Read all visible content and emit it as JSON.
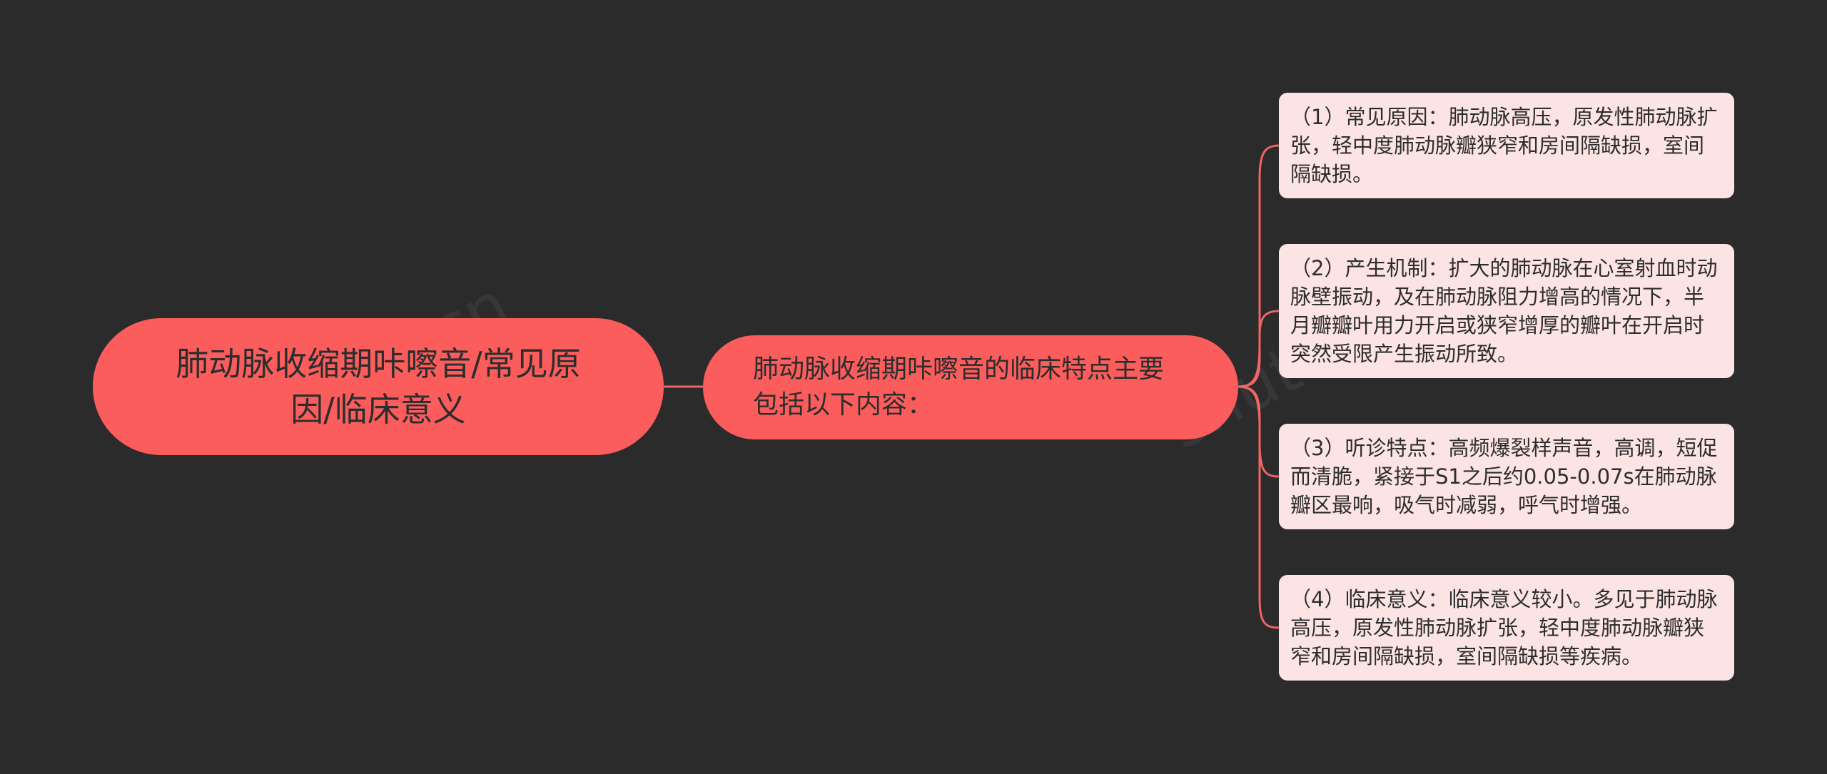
{
  "root": {
    "text": "肺动脉收缩期咔嚓音/常见原因/临床意义"
  },
  "branch": {
    "text": "肺动脉收缩期咔嚓音的临床特点主要包括以下内容："
  },
  "leaves": [
    {
      "text": "（1）常见原因：肺动脉高压，原发性肺动脉扩张，轻中度肺动脉瓣狭窄和房间隔缺损，室间隔缺损。"
    },
    {
      "text": "（2）产生机制：扩大的肺动脉在心室射血时动脉壁振动，及在肺动脉阻力增高的情况下，半月瓣瓣叶用力开启或狭窄增厚的瓣叶在开启时突然受限产生振动所致。"
    },
    {
      "text": "（3）听诊特点：高频爆裂样声音，高调，短促而清脆，紧接于S1之后约0.05-0.07s在肺动脉瓣区最响，吸气时减弱，呼气时增强。"
    },
    {
      "text": "（4）临床意义：临床意义较小。多见于肺动脉高压，原发性肺动脉扩张，轻中度肺动脉瓣狭窄和房间隔缺损，室间隔缺损等疾病。"
    }
  ],
  "colors": {
    "background": "#2b2b2b",
    "node_fill": "#fb5d5d",
    "leaf_fill": "#fde4e4",
    "connector": "#f06464",
    "text": "#2d2d2d"
  }
}
